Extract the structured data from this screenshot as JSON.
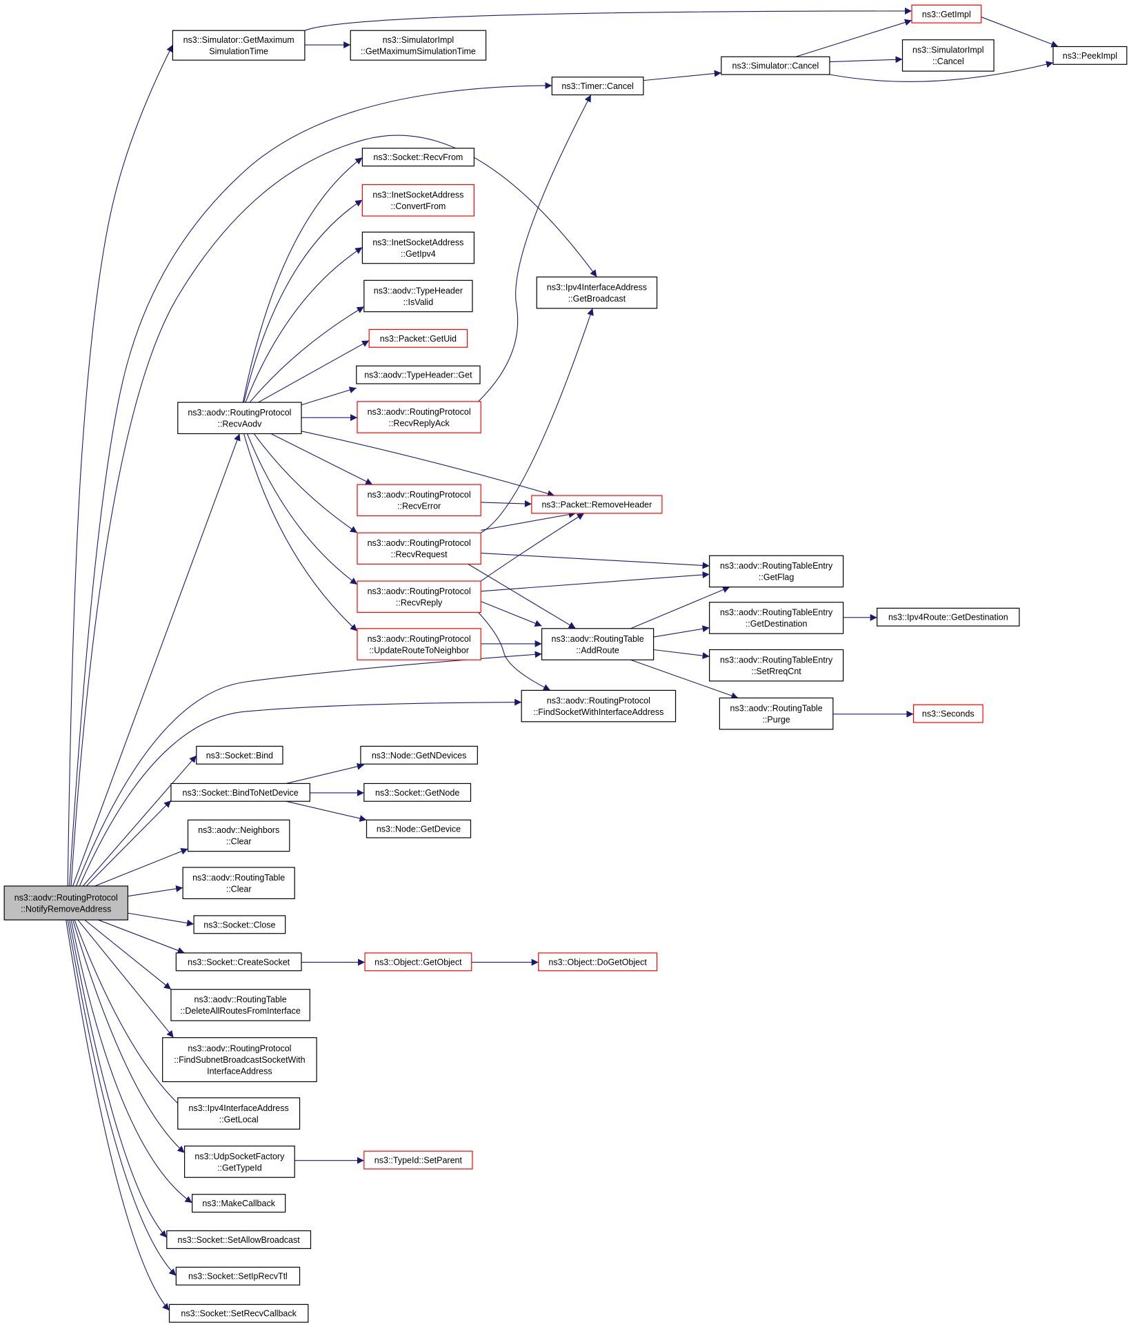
{
  "graph": {
    "colors": {
      "edge": "#191970",
      "undocumented_border": "#ff0000",
      "node_border": "#000000",
      "root_fill": "#bfbfbf"
    },
    "nodes": [
      {
        "id": "root",
        "lines": [
          "ns3::aodv::RoutingProtocol",
          "::NotifyRemoveAddress"
        ],
        "style": "root"
      },
      {
        "id": "getMaxSimTime",
        "lines": [
          "ns3::Simulator::GetMaximum",
          "SimulationTime"
        ],
        "style": "normal"
      },
      {
        "id": "implGetMax",
        "lines": [
          "ns3::SimulatorImpl",
          "::GetMaximumSimulationTime"
        ],
        "style": "normal"
      },
      {
        "id": "getImpl",
        "lines": [
          "ns3::GetImpl"
        ],
        "style": "red"
      },
      {
        "id": "peekImpl",
        "lines": [
          "ns3::PeekImpl"
        ],
        "style": "normal"
      },
      {
        "id": "simCancel",
        "lines": [
          "ns3::Simulator::Cancel"
        ],
        "style": "normal"
      },
      {
        "id": "implCancel",
        "lines": [
          "ns3::SimulatorImpl",
          "::Cancel"
        ],
        "style": "normal"
      },
      {
        "id": "timerCancel",
        "lines": [
          "ns3::Timer::Cancel"
        ],
        "style": "normal"
      },
      {
        "id": "recvFrom",
        "lines": [
          "ns3::Socket::RecvFrom"
        ],
        "style": "normal"
      },
      {
        "id": "convertFrom",
        "lines": [
          "ns3::InetSocketAddress",
          "::ConvertFrom"
        ],
        "style": "red"
      },
      {
        "id": "getIpv4",
        "lines": [
          "ns3::InetSocketAddress",
          "::GetIpv4"
        ],
        "style": "normal"
      },
      {
        "id": "isValid",
        "lines": [
          "ns3::aodv::TypeHeader",
          "::IsValid"
        ],
        "style": "normal"
      },
      {
        "id": "getUid",
        "lines": [
          "ns3::Packet::GetUid"
        ],
        "style": "red"
      },
      {
        "id": "typeGet",
        "lines": [
          "ns3::aodv::TypeHeader::Get"
        ],
        "style": "normal"
      },
      {
        "id": "recvReplyAck",
        "lines": [
          "ns3::aodv::RoutingProtocol",
          "::RecvReplyAck"
        ],
        "style": "red"
      },
      {
        "id": "getBroadcast",
        "lines": [
          "ns3::Ipv4InterfaceAddress",
          "::GetBroadcast"
        ],
        "style": "normal"
      },
      {
        "id": "recvAodv",
        "lines": [
          "ns3::aodv::RoutingProtocol",
          "::RecvAodv"
        ],
        "style": "normal"
      },
      {
        "id": "recvError",
        "lines": [
          "ns3::aodv::RoutingProtocol",
          "::RecvError"
        ],
        "style": "red"
      },
      {
        "id": "removeHeader",
        "lines": [
          "ns3::Packet::RemoveHeader"
        ],
        "style": "red"
      },
      {
        "id": "recvRequest",
        "lines": [
          "ns3::aodv::RoutingProtocol",
          "::RecvRequest"
        ],
        "style": "red"
      },
      {
        "id": "getFlag",
        "lines": [
          "ns3::aodv::RoutingTableEntry",
          "::GetFlag"
        ],
        "style": "normal"
      },
      {
        "id": "recvReply",
        "lines": [
          "ns3::aodv::RoutingProtocol",
          "::RecvReply"
        ],
        "style": "red"
      },
      {
        "id": "entryGetDest",
        "lines": [
          "ns3::aodv::RoutingTableEntry",
          "::GetDestination"
        ],
        "style": "normal"
      },
      {
        "id": "routeGetDest",
        "lines": [
          "ns3::Ipv4Route::GetDestination"
        ],
        "style": "normal"
      },
      {
        "id": "updateRoute",
        "lines": [
          "ns3::aodv::RoutingProtocol",
          "::UpdateRouteToNeighbor"
        ],
        "style": "red"
      },
      {
        "id": "addRoute",
        "lines": [
          "ns3::aodv::RoutingTable",
          "::AddRoute"
        ],
        "style": "normal"
      },
      {
        "id": "setRreqCnt",
        "lines": [
          "ns3::aodv::RoutingTableEntry",
          "::SetRreqCnt"
        ],
        "style": "normal"
      },
      {
        "id": "findSocket",
        "lines": [
          "ns3::aodv::RoutingProtocol",
          "::FindSocketWithInterfaceAddress"
        ],
        "style": "normal"
      },
      {
        "id": "purge",
        "lines": [
          "ns3::aodv::RoutingTable",
          "::Purge"
        ],
        "style": "normal"
      },
      {
        "id": "seconds",
        "lines": [
          "ns3::Seconds"
        ],
        "style": "red"
      },
      {
        "id": "bind",
        "lines": [
          "ns3::Socket::Bind"
        ],
        "style": "normal"
      },
      {
        "id": "getNDevices",
        "lines": [
          "ns3::Node::GetNDevices"
        ],
        "style": "normal"
      },
      {
        "id": "bindToNetDevice",
        "lines": [
          "ns3::Socket::BindToNetDevice"
        ],
        "style": "normal"
      },
      {
        "id": "getNode",
        "lines": [
          "ns3::Socket::GetNode"
        ],
        "style": "normal"
      },
      {
        "id": "getDevice",
        "lines": [
          "ns3::Node::GetDevice"
        ],
        "style": "normal"
      },
      {
        "id": "neighborsClear",
        "lines": [
          "ns3::aodv::Neighbors",
          "::Clear"
        ],
        "style": "normal"
      },
      {
        "id": "tableClear",
        "lines": [
          "ns3::aodv::RoutingTable",
          "::Clear"
        ],
        "style": "normal"
      },
      {
        "id": "close",
        "lines": [
          "ns3::Socket::Close"
        ],
        "style": "normal"
      },
      {
        "id": "createSocket",
        "lines": [
          "ns3::Socket::CreateSocket"
        ],
        "style": "normal"
      },
      {
        "id": "getObject",
        "lines": [
          "ns3::Object::GetObject"
        ],
        "style": "red"
      },
      {
        "id": "doGetObject",
        "lines": [
          "ns3::Object::DoGetObject"
        ],
        "style": "red"
      },
      {
        "id": "deleteAllRoutes",
        "lines": [
          "ns3::aodv::RoutingTable",
          "::DeleteAllRoutesFromInterface"
        ],
        "style": "normal"
      },
      {
        "id": "findSubnet",
        "lines": [
          "ns3::aodv::RoutingProtocol",
          "::FindSubnetBroadcastSocketWith",
          "InterfaceAddress"
        ],
        "style": "normal"
      },
      {
        "id": "getLocal",
        "lines": [
          "ns3::Ipv4InterfaceAddress",
          "::GetLocal"
        ],
        "style": "normal"
      },
      {
        "id": "udpGetTypeId",
        "lines": [
          "ns3::UdpSocketFactory",
          "::GetTypeId"
        ],
        "style": "normal"
      },
      {
        "id": "setParent",
        "lines": [
          "ns3::TypeId::SetParent"
        ],
        "style": "red"
      },
      {
        "id": "makeCallback",
        "lines": [
          "ns3::MakeCallback"
        ],
        "style": "normal"
      },
      {
        "id": "setAllowBroadcast",
        "lines": [
          "ns3::Socket::SetAllowBroadcast"
        ],
        "style": "normal"
      },
      {
        "id": "setIpRecvTtl",
        "lines": [
          "ns3::Socket::SetIpRecvTtl"
        ],
        "style": "normal"
      },
      {
        "id": "setRecvCallback",
        "lines": [
          "ns3::Socket::SetRecvCallback"
        ],
        "style": "normal"
      }
    ],
    "edges": [
      [
        "root",
        "getMaxSimTime"
      ],
      [
        "root",
        "timerCancel"
      ],
      [
        "root",
        "getBroadcast"
      ],
      [
        "root",
        "recvAodv"
      ],
      [
        "root",
        "addRoute"
      ],
      [
        "root",
        "findSocket"
      ],
      [
        "root",
        "bind"
      ],
      [
        "root",
        "bindToNetDevice"
      ],
      [
        "root",
        "neighborsClear"
      ],
      [
        "root",
        "tableClear"
      ],
      [
        "root",
        "close"
      ],
      [
        "root",
        "createSocket"
      ],
      [
        "root",
        "deleteAllRoutes"
      ],
      [
        "root",
        "findSubnet"
      ],
      [
        "root",
        "getLocal"
      ],
      [
        "root",
        "udpGetTypeId"
      ],
      [
        "root",
        "makeCallback"
      ],
      [
        "root",
        "setAllowBroadcast"
      ],
      [
        "root",
        "setIpRecvTtl"
      ],
      [
        "root",
        "setRecvCallback"
      ],
      [
        "getMaxSimTime",
        "getImpl"
      ],
      [
        "getMaxSimTime",
        "implGetMax"
      ],
      [
        "getImpl",
        "peekImpl"
      ],
      [
        "timerCancel",
        "simCancel"
      ],
      [
        "simCancel",
        "getImpl"
      ],
      [
        "simCancel",
        "implCancel"
      ],
      [
        "simCancel",
        "peekImpl"
      ],
      [
        "recvAodv",
        "recvFrom"
      ],
      [
        "recvAodv",
        "convertFrom"
      ],
      [
        "recvAodv",
        "getIpv4"
      ],
      [
        "recvAodv",
        "isValid"
      ],
      [
        "recvAodv",
        "getUid"
      ],
      [
        "recvAodv",
        "typeGet"
      ],
      [
        "recvAodv",
        "recvReplyAck"
      ],
      [
        "recvAodv",
        "removeHeader"
      ],
      [
        "recvAodv",
        "recvError"
      ],
      [
        "recvAodv",
        "recvRequest"
      ],
      [
        "recvAodv",
        "recvReply"
      ],
      [
        "recvAodv",
        "updateRoute"
      ],
      [
        "recvReplyAck",
        "timerCancel"
      ],
      [
        "recvError",
        "removeHeader"
      ],
      [
        "recvRequest",
        "getBroadcast"
      ],
      [
        "recvRequest",
        "removeHeader"
      ],
      [
        "recvRequest",
        "getFlag"
      ],
      [
        "recvRequest",
        "addRoute"
      ],
      [
        "recvReply",
        "removeHeader"
      ],
      [
        "recvReply",
        "getFlag"
      ],
      [
        "recvReply",
        "addRoute"
      ],
      [
        "recvReply",
        "findSocket"
      ],
      [
        "updateRoute",
        "addRoute"
      ],
      [
        "addRoute",
        "getFlag"
      ],
      [
        "addRoute",
        "entryGetDest"
      ],
      [
        "addRoute",
        "setRreqCnt"
      ],
      [
        "addRoute",
        "purge"
      ],
      [
        "entryGetDest",
        "routeGetDest"
      ],
      [
        "purge",
        "seconds"
      ],
      [
        "bindToNetDevice",
        "getNDevices"
      ],
      [
        "bindToNetDevice",
        "getNode"
      ],
      [
        "bindToNetDevice",
        "getDevice"
      ],
      [
        "createSocket",
        "getObject"
      ],
      [
        "getObject",
        "doGetObject"
      ],
      [
        "udpGetTypeId",
        "setParent"
      ]
    ]
  }
}
